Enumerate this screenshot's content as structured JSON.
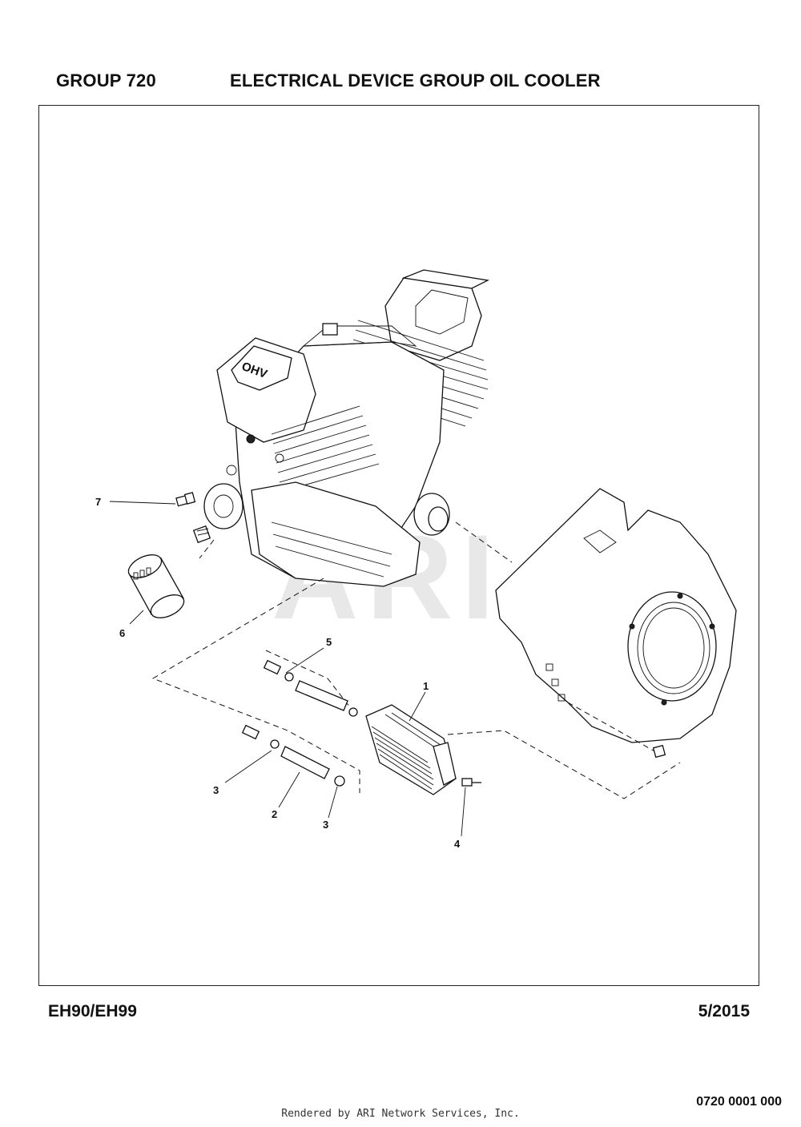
{
  "header": {
    "group_label": "GROUP 720",
    "group_title": "ELECTRICAL DEVICE GROUP OIL COOLER"
  },
  "diagram": {
    "watermark": "ARI",
    "callouts": [
      "1",
      "2",
      "3",
      "3",
      "4",
      "5",
      "6",
      "7"
    ]
  },
  "footer": {
    "model": "EH90/EH99",
    "date": "5/2015",
    "doc_number": "0720 0001 000",
    "render_credit": "Rendered by ARI Network Services, Inc."
  }
}
